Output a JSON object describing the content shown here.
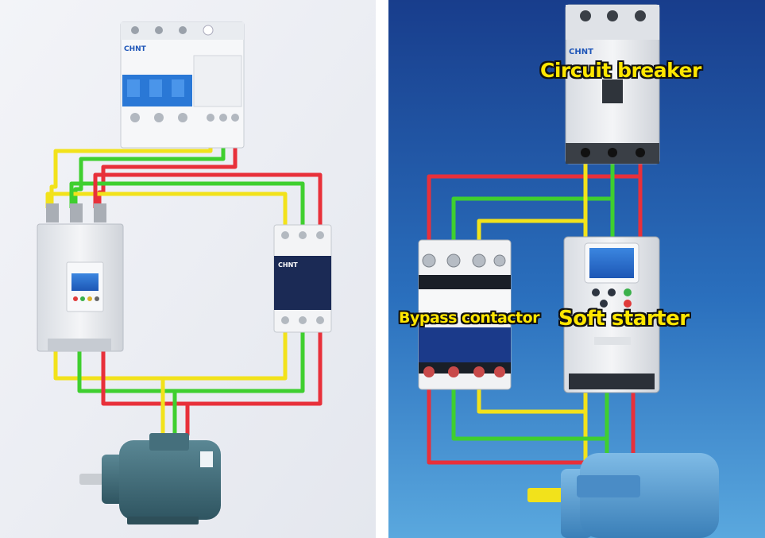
{
  "labels": {
    "circuit_breaker": "Circuit breaker",
    "bypass_contactor": "Bypass contactor",
    "soft_starter": "Soft starter"
  },
  "brand": "CHNT",
  "colors": {
    "wire_l1": "#f2e21b",
    "wire_l2": "#3fcf2f",
    "wire_l3": "#e8303a",
    "left_bg": "#eef0f4",
    "right_bg_top": "#1a3f8e",
    "right_bg_bottom": "#5aa6dc",
    "label_text": "#ffe600",
    "contactor_blue": "#1b3a8a",
    "motor_left": "#3e6b7a",
    "motor_right": "#4f95d0"
  }
}
